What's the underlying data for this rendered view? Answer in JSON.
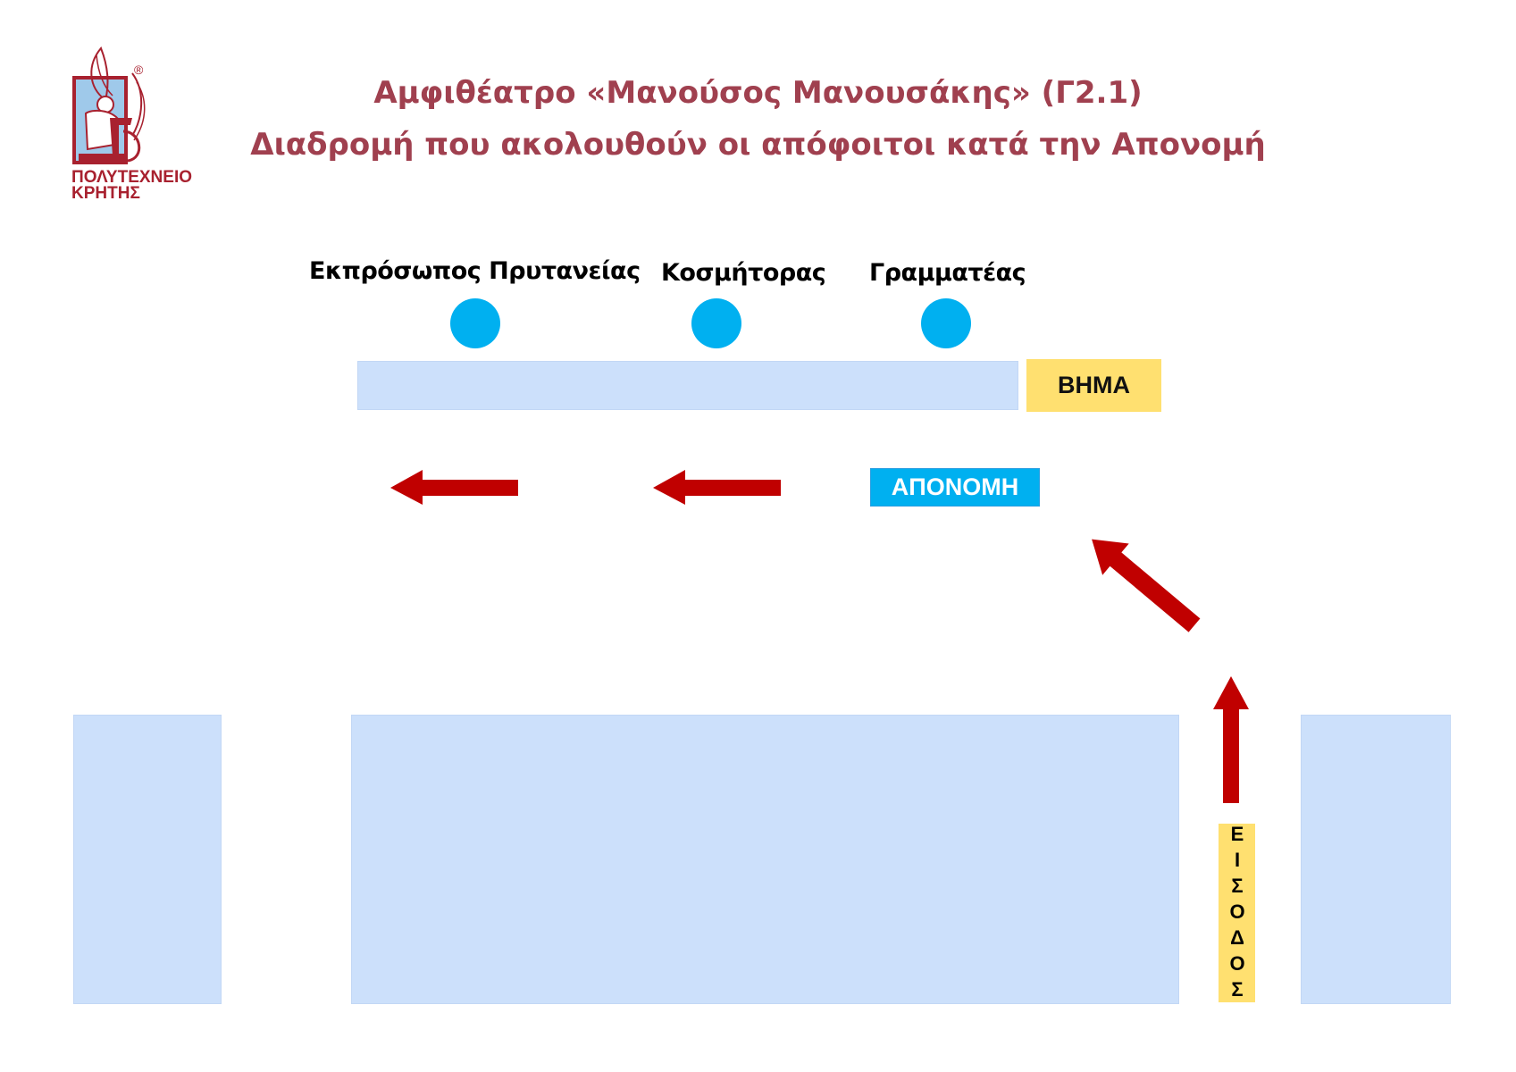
{
  "logo": {
    "line1": "ΠΟΛΥΤΕΧΝΕΙΟ",
    "line2": "ΚΡΗΤΗΣ",
    "registered_mark": "®",
    "colors": {
      "red": "#a8212f",
      "sky": "#9fc9ea"
    }
  },
  "header": {
    "title_line1": "Αμφιθέατρο «Μανούσος Μανουσάκης» (Γ2.1)",
    "title_line2": "Διαδρομή που ακολουθούν οι απόφοιτοι κατά την Απονομή"
  },
  "officials": [
    {
      "role": "Εκπρόσωπος Πρυτανείας"
    },
    {
      "role": "Κοσμήτορας"
    },
    {
      "role": "Γραμματέας"
    }
  ],
  "stage": {
    "label": "ΒΗΜΑ"
  },
  "award_point": {
    "label": "ΑΠΟΝΟΜΗ"
  },
  "entrance": {
    "label": "ΕΙΣΟΔΟΣ",
    "letters": [
      "Ε",
      "Ι",
      "Σ",
      "Ο",
      "Δ",
      "Ο",
      "Σ"
    ]
  },
  "route_arrows": [
    "up",
    "up-left",
    "left",
    "left"
  ],
  "colors": {
    "title": "#a0404f",
    "seat_blocks": "#cce0fb",
    "official_marker": "#00b0f0",
    "stage_label_bg": "#ffe070",
    "award_label_bg": "#00b0f0",
    "arrow": "#c00000"
  }
}
